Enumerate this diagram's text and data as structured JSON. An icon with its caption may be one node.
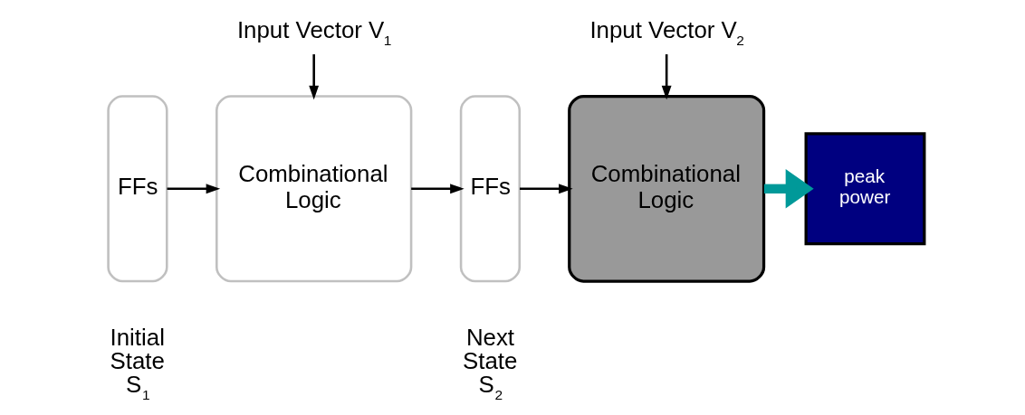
{
  "diagram": {
    "nodes": [
      {
        "text": [
          "Input Vector V$_{1}$"
        ]
      },
      {
        "text": [
          "Input Vector V$_{2}$"
        ]
      },
      {
        "text": [
          "FFs"
        ],
        "beside": [
          "Initial State S$_{1}$"
        ]
      },
      {
        "text": [
          "Combinational Logic"
        ]
      },
      {
        "text": [
          "FFs"
        ],
        "beside": [
          "Next State S$_{2}$"
        ]
      },
      {
        "text": [
          "Combinational Logic"
        ]
      },
      {
        "text": [
          "peak power"
        ]
      }
    ],
    "edges": [
      {
        "from": 0,
        "to": 3,
        "arrow": "to"
      },
      {
        "from": 1,
        "to": 5,
        "arrow": "to"
      },
      {
        "from": 2,
        "to": 3,
        "arrow": "to"
      },
      {
        "from": 3,
        "to": 4,
        "arrow": "to"
      },
      {
        "from": 4,
        "to": 5,
        "arrow": "to"
      },
      {
        "from": 5,
        "to": 6,
        "arrow": "to",
        "style": "thick",
        "color": "#009999"
      }
    ]
  }
}
